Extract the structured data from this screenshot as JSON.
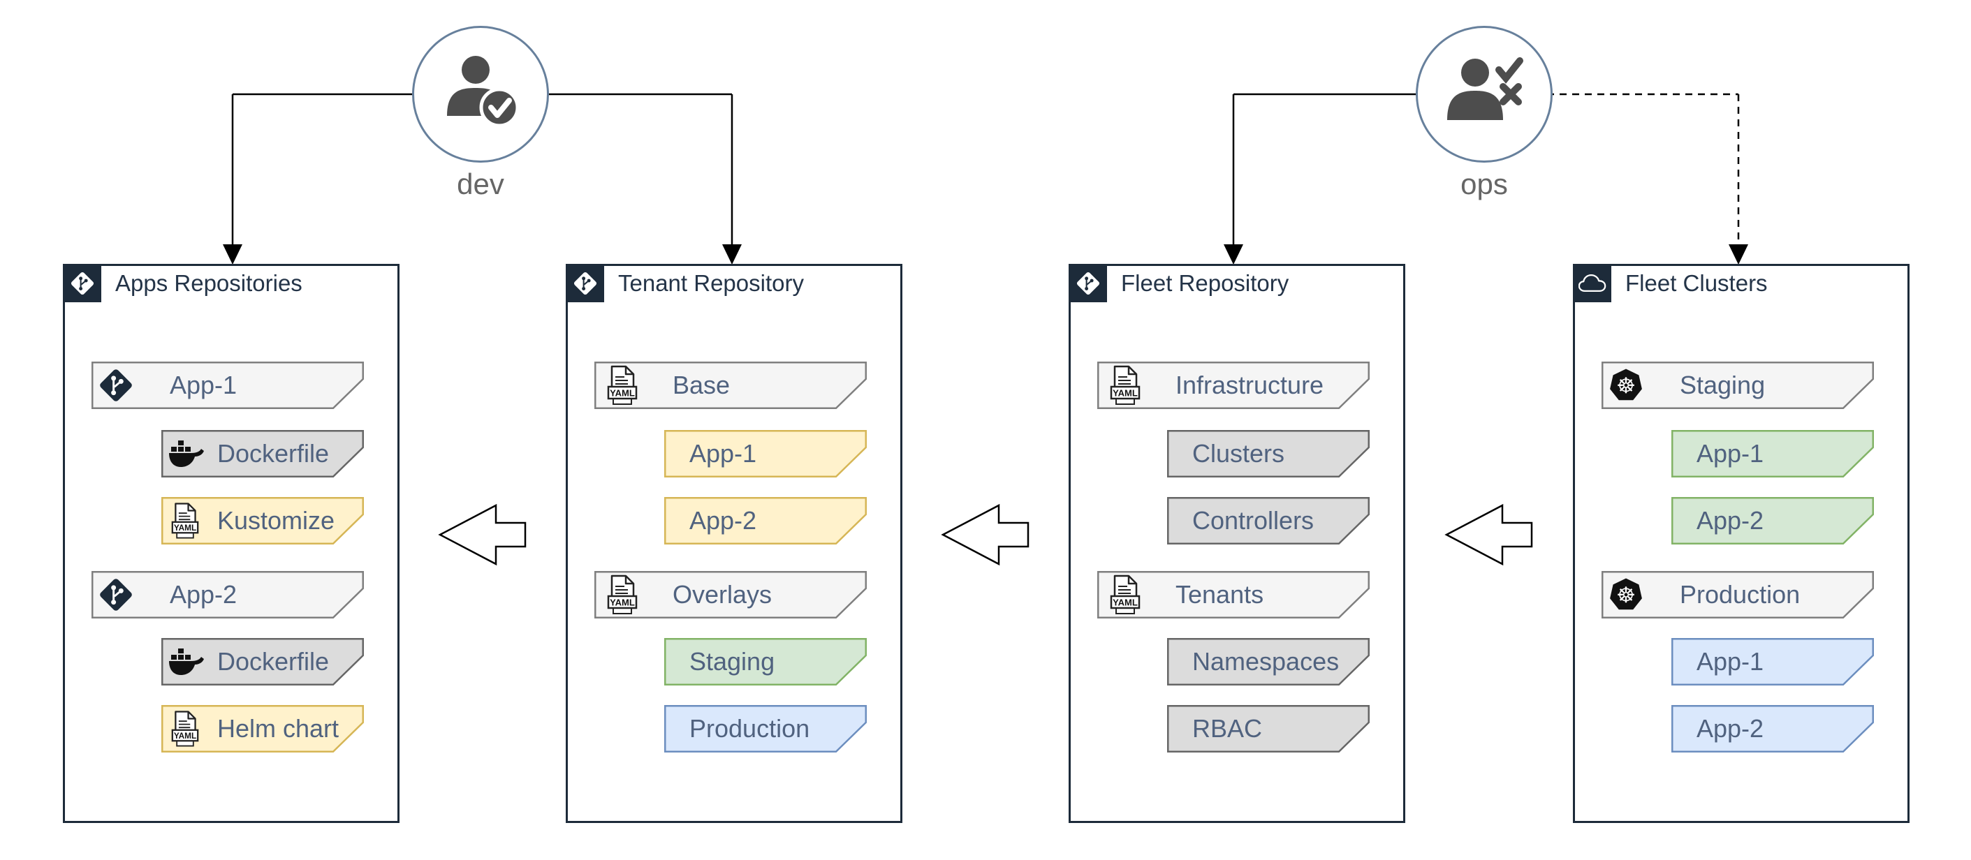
{
  "personas": [
    {
      "label": "dev",
      "icon": "user-check-badge-icon"
    },
    {
      "label": "ops",
      "icon": "user-check-x-icon"
    }
  ],
  "containers": [
    {
      "title": "Apps Repositories",
      "title_icon": "git-icon",
      "items": [
        {
          "label": "App-1",
          "level": 1,
          "color": "gray-light",
          "icon": "git-icon"
        },
        {
          "label": "Dockerfile",
          "level": 2,
          "color": "gray",
          "icon": "docker-icon"
        },
        {
          "label": "Kustomize",
          "level": 2,
          "color": "yellow",
          "icon": "yaml-file-icon"
        },
        {
          "label": "App-2",
          "level": 1,
          "color": "gray-light",
          "icon": "git-icon"
        },
        {
          "label": "Dockerfile",
          "level": 2,
          "color": "gray",
          "icon": "docker-icon"
        },
        {
          "label": "Helm chart",
          "level": 2,
          "color": "yellow",
          "icon": "yaml-file-icon"
        }
      ]
    },
    {
      "title": "Tenant Repository",
      "title_icon": "git-icon",
      "items": [
        {
          "label": "Base",
          "level": 1,
          "color": "gray-light",
          "icon": "yaml-file-icon"
        },
        {
          "label": "App-1",
          "level": 2,
          "color": "yellow",
          "icon": null
        },
        {
          "label": "App-2",
          "level": 2,
          "color": "yellow",
          "icon": null
        },
        {
          "label": "Overlays",
          "level": 1,
          "color": "gray-light",
          "icon": "yaml-file-icon"
        },
        {
          "label": "Staging",
          "level": 2,
          "color": "green",
          "icon": null
        },
        {
          "label": "Production",
          "level": 2,
          "color": "blue",
          "icon": null
        }
      ]
    },
    {
      "title": "Fleet Repository",
      "title_icon": "git-icon",
      "items": [
        {
          "label": "Infrastructure",
          "level": 1,
          "color": "gray-light",
          "icon": "yaml-file-icon"
        },
        {
          "label": "Clusters",
          "level": 2,
          "color": "gray",
          "icon": null
        },
        {
          "label": "Controllers",
          "level": 2,
          "color": "gray",
          "icon": null
        },
        {
          "label": "Tenants",
          "level": 1,
          "color": "gray-light",
          "icon": "yaml-file-icon"
        },
        {
          "label": "Namespaces",
          "level": 2,
          "color": "gray",
          "icon": null
        },
        {
          "label": "RBAC",
          "level": 2,
          "color": "gray",
          "icon": null
        }
      ]
    },
    {
      "title": "Fleet Clusters",
      "title_icon": "cloud-icon",
      "items": [
        {
          "label": "Staging",
          "level": 1,
          "color": "gray-light",
          "icon": "kubernetes-icon"
        },
        {
          "label": "App-1",
          "level": 2,
          "color": "green",
          "icon": null
        },
        {
          "label": "App-2",
          "level": 2,
          "color": "green",
          "icon": null
        },
        {
          "label": "Production",
          "level": 1,
          "color": "gray-light",
          "icon": "kubernetes-icon"
        },
        {
          "label": "App-1",
          "level": 2,
          "color": "blue",
          "icon": null
        },
        {
          "label": "App-2",
          "level": 2,
          "color": "blue",
          "icon": null
        }
      ]
    }
  ],
  "palette": {
    "container_border": "#1D2B3A",
    "title_square": "#1D2B3A",
    "title_text": "#243448",
    "item_text": "#50627F",
    "item_gray_light_fill": "#F5F5F5",
    "item_gray_fill": "#DCDCDC",
    "item_yellow_fill": "#FFF2CC",
    "item_yellow_stroke": "#D6B656",
    "item_green_fill": "#D5E8D4",
    "item_green_stroke": "#82B366",
    "item_blue_fill": "#DAE8FC",
    "item_blue_stroke": "#6C8EBF",
    "connector": "#000000",
    "persona_circle_border": "#67809C",
    "persona_fill": "#4D4D4D",
    "persona_label": "#666666"
  }
}
